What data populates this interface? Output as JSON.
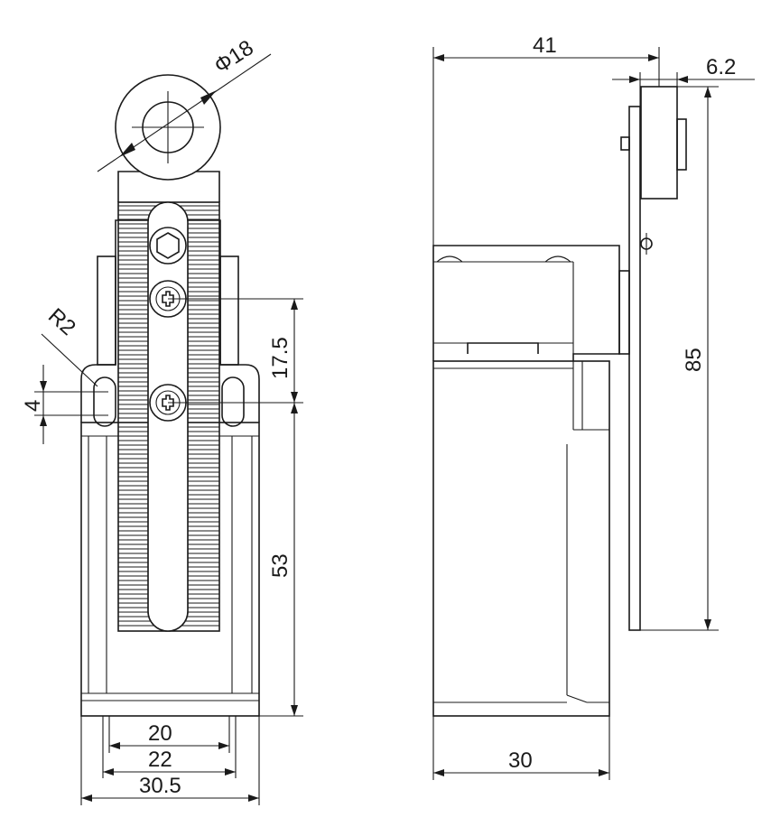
{
  "dimensions": {
    "roller_diameter": "Φ18",
    "radius": "R2",
    "slot_width": "4",
    "lever_hole_spacing": "17.5",
    "body_height": "53",
    "width_inner": "20",
    "width_mid": "22",
    "width_outer": "30.5",
    "side_total_width": "41",
    "side_offset": "6.2",
    "side_total_height": "85",
    "side_body_depth": "30"
  },
  "colors": {
    "line": "#1a1a1a",
    "background": "#ffffff"
  },
  "icons": {
    "hex_screw": "hex-socket-screw-icon",
    "phillips_screw": "phillips-screw-icon"
  }
}
